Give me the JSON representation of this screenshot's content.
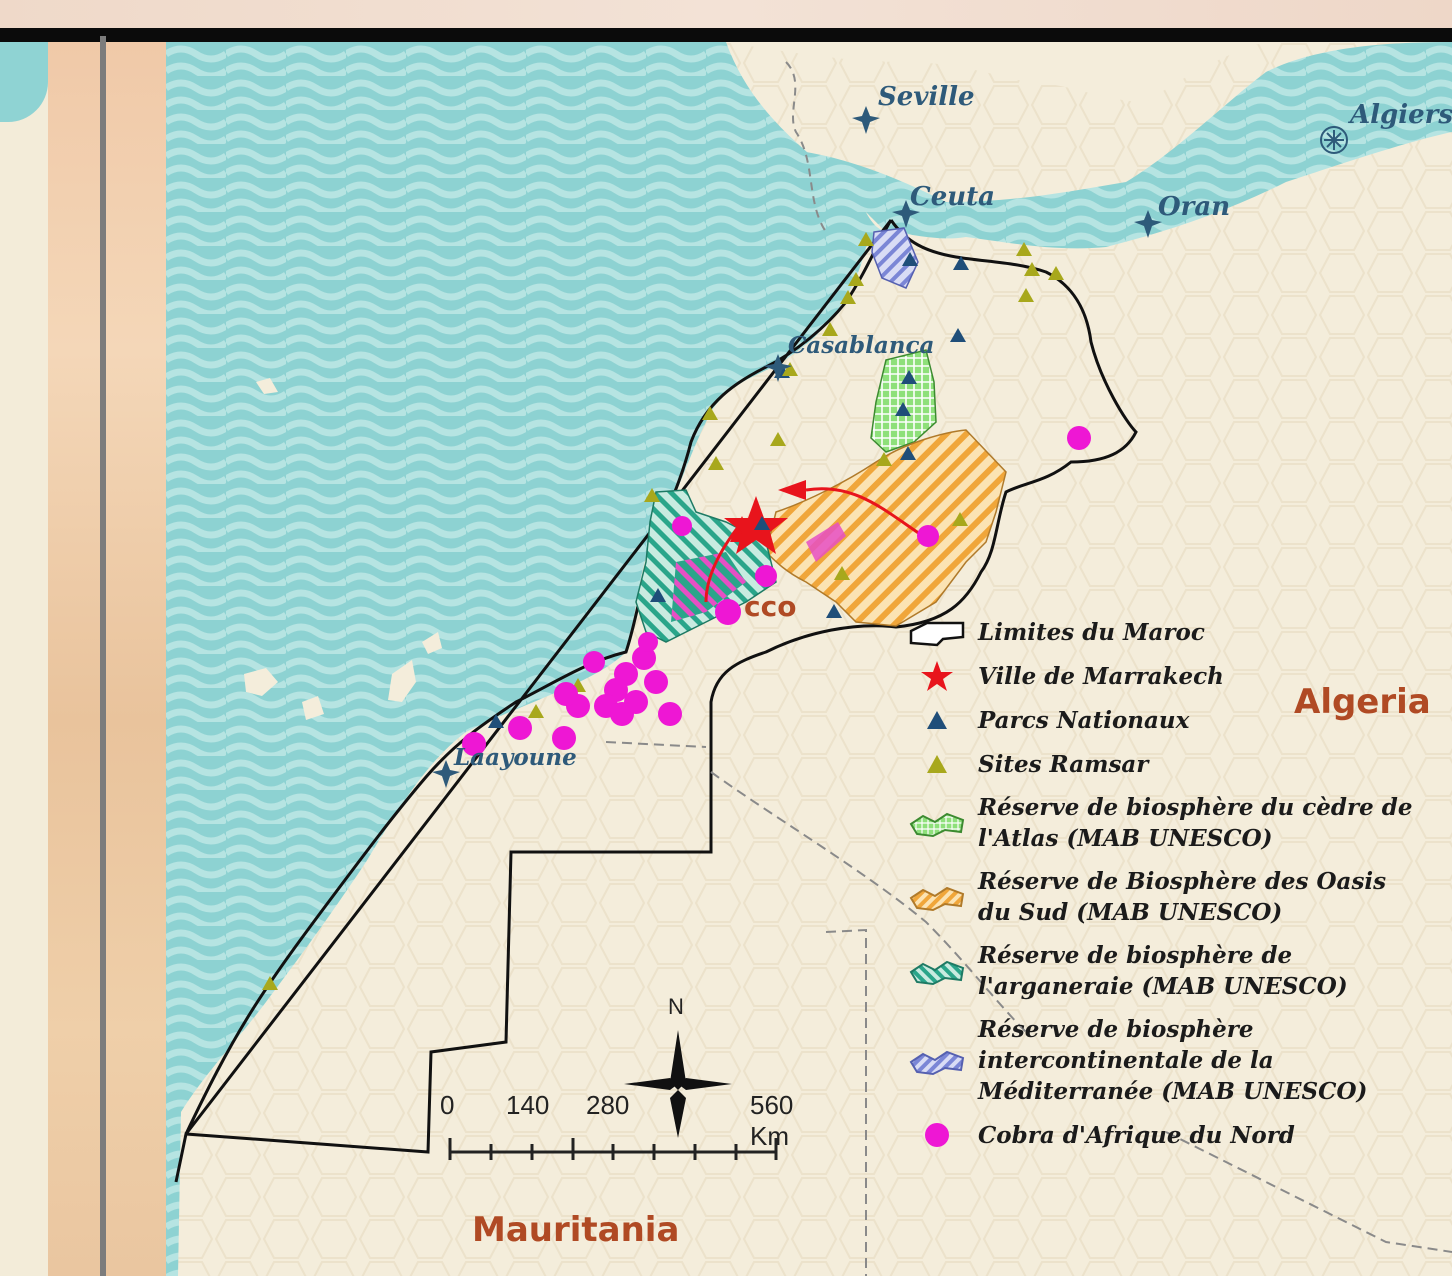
{
  "cities": [
    {
      "name": "Seville",
      "icon": "star-icon"
    },
    {
      "name": "Algiers",
      "icon": "capital-icon"
    },
    {
      "name": "Ceuta",
      "icon": "star-icon"
    },
    {
      "name": "Oran",
      "icon": "star-icon"
    },
    {
      "name": "Casablanca",
      "icon": "star-icon"
    },
    {
      "name": "Laayoune",
      "icon": "star-icon"
    }
  ],
  "countries": {
    "algeria": "Algeria",
    "mauritania": "Mauritania",
    "morocco_fragment": "cco"
  },
  "legend": [
    {
      "label": "Limites du Maroc",
      "icon": "outline-icon"
    },
    {
      "label": "Ville de Marrakech",
      "icon": "red-star-icon",
      "color": "#e8141c"
    },
    {
      "label": "Parcs Nationaux",
      "icon": "blue-triangle-icon",
      "color": "#1f4e79"
    },
    {
      "label": "Sites Ramsar",
      "icon": "olive-triangle-icon",
      "color": "#a8a81c"
    },
    {
      "label": "Réserve de biosphère du cèdre de l'Atlas (MAB UNESCO)",
      "icon": "green-grid-patch-icon",
      "color": "#5cc84a"
    },
    {
      "label": "Réserve de Biosphère des Oasis du Sud (MAB UNESCO)",
      "icon": "orange-hatch-patch-icon",
      "color": "#f0a63a"
    },
    {
      "label": "Réserve de biosphère de l'arganeraie (MAB UNESCO)",
      "icon": "teal-hatch-patch-icon",
      "color": "#2aa58a"
    },
    {
      "label": "Réserve de biosphère intercontinentale de la Méditerranée (MAB UNESCO)",
      "icon": "blue-hatch-patch-icon",
      "color": "#7b86d6"
    },
    {
      "label": "Cobra d'Afrique du Nord",
      "icon": "magenta-dot-icon",
      "color": "#ee17d4"
    }
  ],
  "scale_bar": {
    "labels": [
      "0",
      "140",
      "280",
      "560 Km"
    ]
  },
  "north_arrow": {
    "label": "N"
  },
  "colors": {
    "sea": "#8dd2d2",
    "land": "#f4eddb",
    "border": "#111111",
    "route": "#e8141c",
    "city_label": "#2e5a7a",
    "country_label": "#b04a24"
  }
}
